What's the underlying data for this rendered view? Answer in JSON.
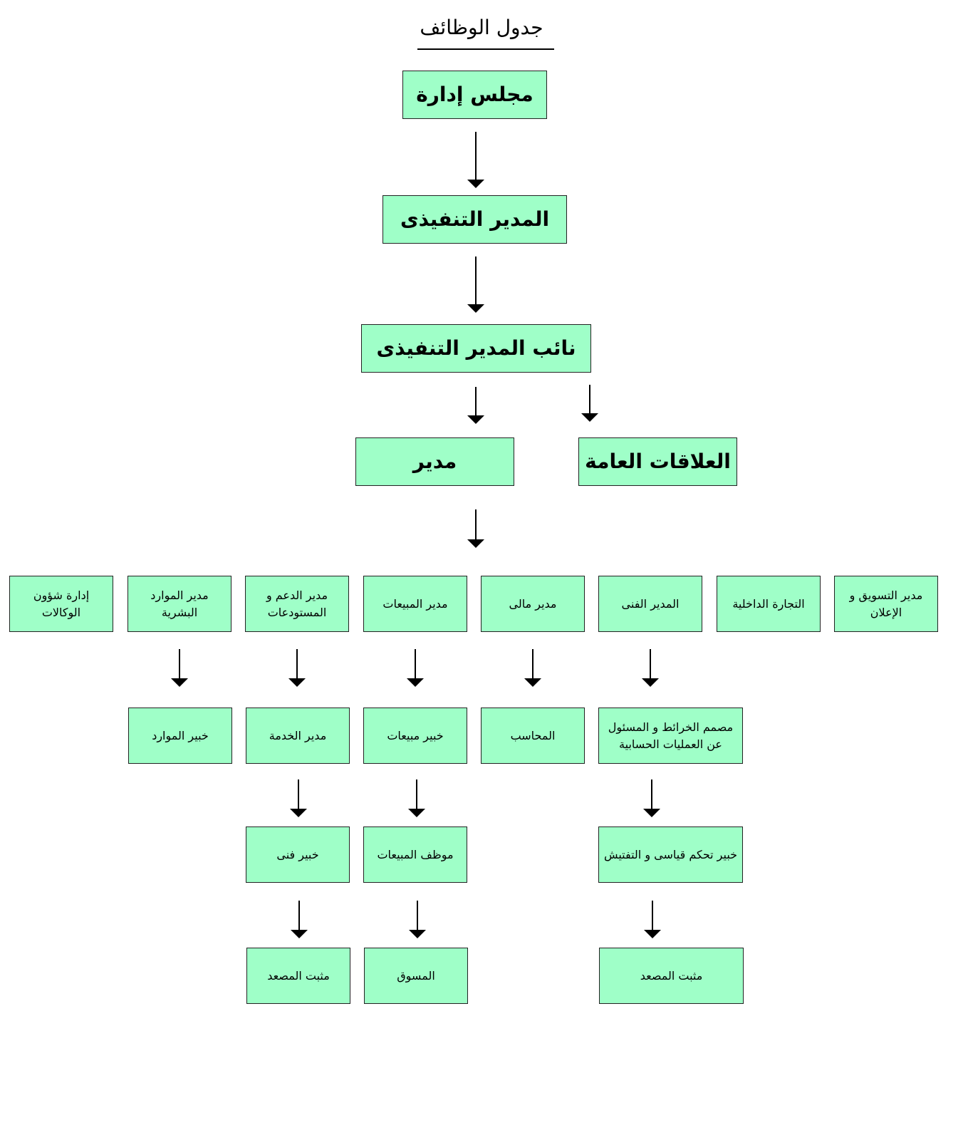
{
  "title": "جدول الوظائف",
  "colors": {
    "box_fill": "#9fffc8",
    "box_border": "#222222",
    "arrow": "#000000"
  },
  "nodes": {
    "board": "مجلس إدارة",
    "ceo": "المدير التنفيذى",
    "deputy_ceo": "نائب المدير التنفيذى",
    "manager": "مدير",
    "public_relations": "العلاقات العامة",
    "departments": {
      "marketing": "مدير التسويق و الإعلان",
      "internal_trade": "التجارة الداخلية",
      "technical_manager": "المدير الفنى",
      "finance_manager": "مدير مالى",
      "sales_manager": "مدير المبيعات",
      "support_manager": "مدير الدعم و المستودعات",
      "hr_manager": "مدير الموارد البشرية",
      "agencies": "إدارة شؤون الوكالات"
    },
    "level2": {
      "map_designer": "مصمم الخرائط و المسئول عن العمليات الحسابية",
      "accountant": "المحاسب",
      "sales_expert": "خبير مبيعات",
      "service_manager": "مدير الخدمة",
      "hr_expert": "خبير الموارد"
    },
    "level3": {
      "measurement_expert": "خبير تحكم قياسى و التفتيش",
      "sales_employee": "موظف المبيعات",
      "technical_expert": "خبير فنى"
    },
    "level4": {
      "installer_right": "مثبت المصعد",
      "marketer": "المسوق",
      "installer_left": "مثبت المصعد"
    }
  }
}
